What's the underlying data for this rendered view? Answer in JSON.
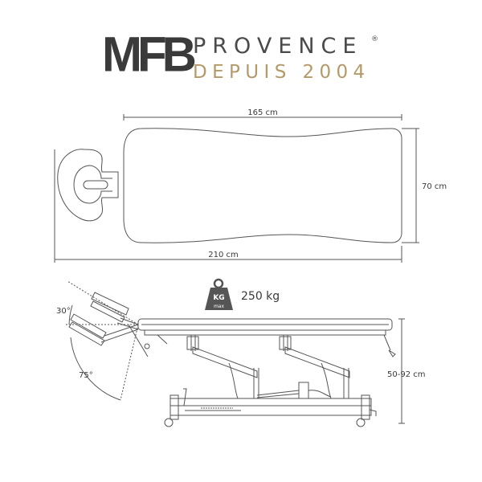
{
  "brand": {
    "mark": "MFB",
    "name": "PROVENCE",
    "registered": "®",
    "tagline": "DEPUIS 2004"
  },
  "dimensions": {
    "top_length": "165 cm",
    "total_length": "210 cm",
    "width": "70 cm",
    "height_range": "50-92 cm",
    "head_angle_up": "30°",
    "head_angle_down": "75°"
  },
  "capacity": {
    "badge_top": "KG",
    "badge_bottom": "max",
    "value": "250 kg"
  },
  "colors": {
    "line": "#555555",
    "brand_dark": "#3a3a3a",
    "brand_gold": "#b49a6a",
    "weight_icon": "#555555"
  }
}
